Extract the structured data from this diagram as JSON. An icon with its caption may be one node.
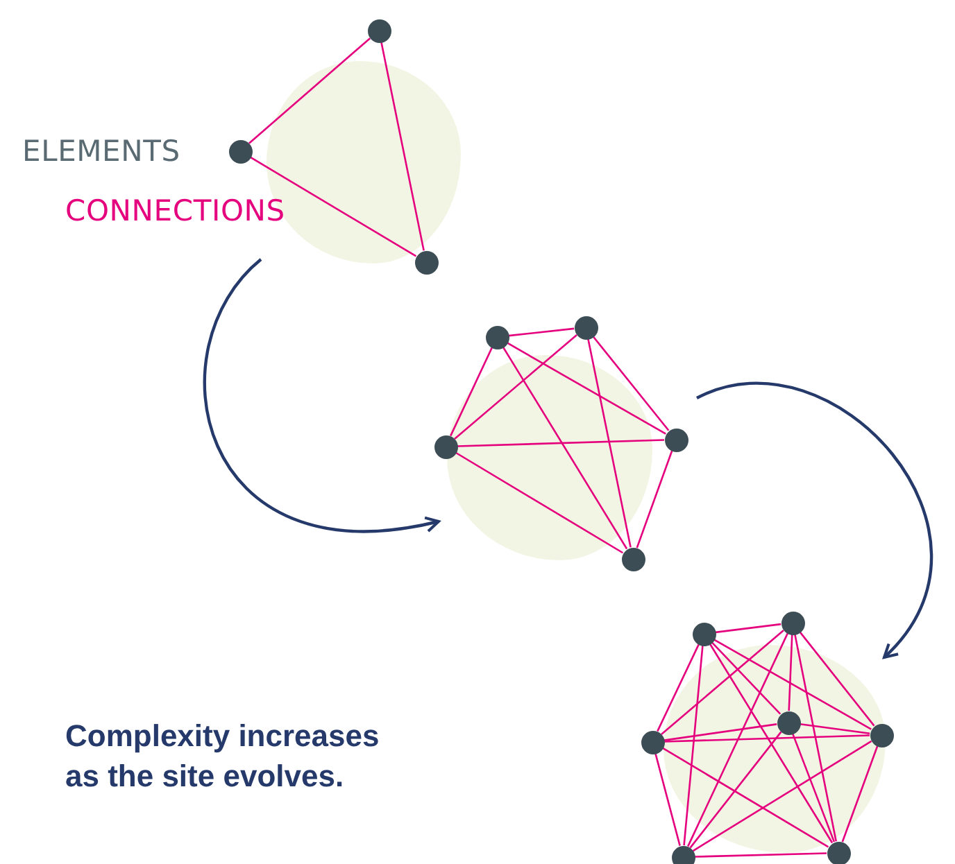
{
  "diagram": {
    "caption": "Complexity increases as the site evolves.",
    "nodes": [
      {
        "text": [],
        "shape": "circle"
      },
      {
        "text": [],
        "shape": "circle"
      },
      {
        "text": [],
        "shape": "circle"
      },
      {
        "text": [],
        "shape": "circle"
      },
      {
        "text": [],
        "shape": "circle"
      },
      {
        "text": [],
        "shape": "circle"
      },
      {
        "text": [],
        "shape": "circle"
      },
      {
        "text": [],
        "shape": "circle"
      },
      {
        "text": [],
        "shape": "circle"
      },
      {
        "text": [],
        "shape": "circle"
      },
      {
        "text": [],
        "shape": "circle"
      },
      {
        "text": [],
        "shape": "circle"
      },
      {
        "text": [],
        "shape": "circle"
      },
      {
        "text": [],
        "shape": "circle"
      },
      {
        "text": [],
        "shape": "circle"
      }
    ],
    "edges": [
      {
        "from": 0,
        "to": 1,
        "arrow": "none"
      },
      {
        "from": 0,
        "to": 2,
        "arrow": "none"
      },
      {
        "from": 1,
        "to": 2,
        "arrow": "none"
      },
      {
        "from": 3,
        "to": 4,
        "arrow": "none"
      },
      {
        "from": 3,
        "to": 5,
        "arrow": "none"
      },
      {
        "from": 3,
        "to": 6,
        "arrow": "none"
      },
      {
        "from": 3,
        "to": 7,
        "arrow": "none"
      },
      {
        "from": 4,
        "to": 5,
        "arrow": "none"
      },
      {
        "from": 4,
        "to": 6,
        "arrow": "none"
      },
      {
        "from": 4,
        "to": 7,
        "arrow": "none"
      },
      {
        "from": 5,
        "to": 6,
        "arrow": "none"
      },
      {
        "from": 5,
        "to": 7,
        "arrow": "none"
      },
      {
        "from": 6,
        "to": 7,
        "arrow": "none"
      },
      {
        "from": 8,
        "to": 9,
        "arrow": "none"
      },
      {
        "from": 8,
        "to": 10,
        "arrow": "none"
      },
      {
        "from": 8,
        "to": 11,
        "arrow": "none"
      },
      {
        "from": 8,
        "to": 12,
        "arrow": "none"
      },
      {
        "from": 8,
        "to": 13,
        "arrow": "none"
      },
      {
        "from": 8,
        "to": 14,
        "arrow": "none"
      },
      {
        "from": 9,
        "to": 10,
        "arrow": "none"
      },
      {
        "from": 9,
        "to": 11,
        "arrow": "none"
      },
      {
        "from": 9,
        "to": 12,
        "arrow": "none"
      },
      {
        "from": 9,
        "to": 13,
        "arrow": "none"
      },
      {
        "from": 9,
        "to": 14,
        "arrow": "none"
      },
      {
        "from": 10,
        "to": 11,
        "arrow": "none"
      },
      {
        "from": 10,
        "to": 12,
        "arrow": "none"
      },
      {
        "from": 10,
        "to": 13,
        "arrow": "none"
      },
      {
        "from": 10,
        "to": 14,
        "arrow": "none"
      },
      {
        "from": 11,
        "to": 12,
        "arrow": "none"
      },
      {
        "from": 11,
        "to": 13,
        "arrow": "none"
      },
      {
        "from": 11,
        "to": 14,
        "arrow": "none"
      },
      {
        "from": 12,
        "to": 13,
        "arrow": "none"
      },
      {
        "from": 12,
        "to": 14,
        "arrow": "none"
      },
      {
        "from": 13,
        "to": 14,
        "arrow": "none"
      }
    ],
    "labels": [
      "ELEMENTS",
      "CONNECTIONS"
    ]
  }
}
